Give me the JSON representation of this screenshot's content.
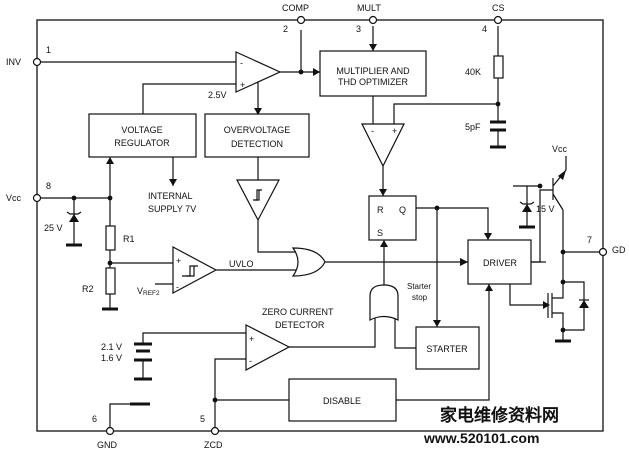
{
  "pins": {
    "inv_name": "INV",
    "inv_num": "1",
    "comp_name": "COMP",
    "comp_num": "2",
    "mult_name": "MULT",
    "mult_num": "3",
    "cs_name": "CS",
    "cs_num": "4",
    "vcc_name": "Vcc",
    "vcc_num": "8",
    "gnd_name": "GND",
    "gnd_num": "6",
    "zcd_name": "ZCD",
    "zcd_num": "5",
    "gd_name": "GD",
    "gd_num": "7"
  },
  "blocks": {
    "multiplier_line1": "MULTIPLIER AND",
    "multiplier_line2": "THD OPTIMIZER",
    "voltage_regulator_line1": "VOLTAGE",
    "voltage_regulator_line2": "REGULATOR",
    "overvoltage_line1": "OVERVOLTAGE",
    "overvoltage_line2": "DETECTION",
    "driver": "DRIVER",
    "starter": "STARTER",
    "disable": "DISABLE"
  },
  "labels": {
    "ref_2v5": "2.5V",
    "r_40k": "40K",
    "c_5pf": "5pF",
    "internal_supply_1": "INTERNAL",
    "internal_supply_2": "SUPPLY 7V",
    "zener_25v": "25 V",
    "r1": "R1",
    "r2": "R2",
    "uvlo": "UVLO",
    "vref2_main": "V",
    "vref2_sub": "REF2",
    "zcd_1": "ZERO CURRENT",
    "zcd_2": "DETECTOR",
    "th_1": "2.1 V",
    "th_2": "1.6 V",
    "starter_stop_1": "Starter",
    "starter_stop_2": "stop",
    "ff_r": "R",
    "ff_q": "Q",
    "ff_s": "S",
    "zener_15v": "15 V",
    "vcc_top": "Vcc",
    "plus": "+",
    "minus": "-"
  },
  "watermark": {
    "cn": "家电维修资料网",
    "url": "www.520101.com"
  }
}
